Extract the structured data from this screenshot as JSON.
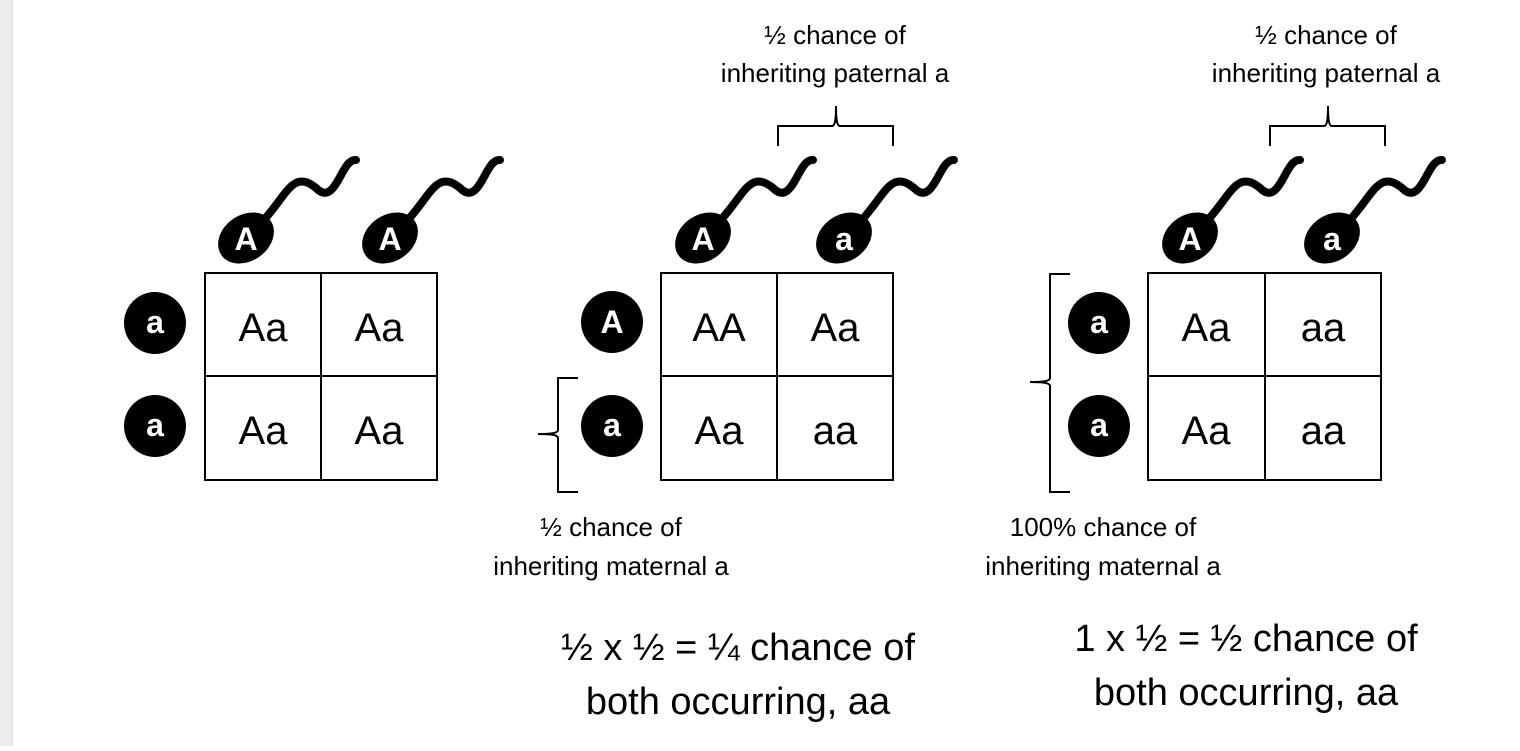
{
  "panels": [
    {
      "paternal_alleles": [
        "A",
        "A"
      ],
      "maternal_alleles": [
        "a",
        "a"
      ],
      "cells": [
        [
          "Aa",
          "Aa"
        ],
        [
          "Aa",
          "Aa"
        ]
      ]
    },
    {
      "paternal_alleles": [
        "A",
        "a"
      ],
      "maternal_alleles": [
        "A",
        "a"
      ],
      "cells": [
        [
          "AA",
          "Aa"
        ],
        [
          "Aa",
          "aa"
        ]
      ],
      "paternal_note": [
        "½ chance of",
        "inheriting paternal a"
      ],
      "maternal_note": [
        "½ chance of",
        "inheriting maternal a"
      ],
      "formula": [
        "½ x ½ = ¼ chance of",
        "both occurring, aa"
      ]
    },
    {
      "paternal_alleles": [
        "A",
        "a"
      ],
      "maternal_alleles": [
        "a",
        "a"
      ],
      "cells": [
        [
          "Aa",
          "aa"
        ],
        [
          "Aa",
          "aa"
        ]
      ],
      "paternal_note": [
        "½ chance of",
        "inheriting paternal a"
      ],
      "maternal_note": [
        "100% chance of",
        "inheriting maternal a"
      ],
      "formula": [
        "1 x ½ = ½ chance of",
        "both occurring, aa"
      ]
    }
  ],
  "colors": {
    "ink": "#000000",
    "allele_text": "#ffffff",
    "grid_line": "#000000",
    "background": "#ffffff"
  },
  "icons": {
    "sperm": "sperm-icon",
    "egg": "egg-icon"
  }
}
